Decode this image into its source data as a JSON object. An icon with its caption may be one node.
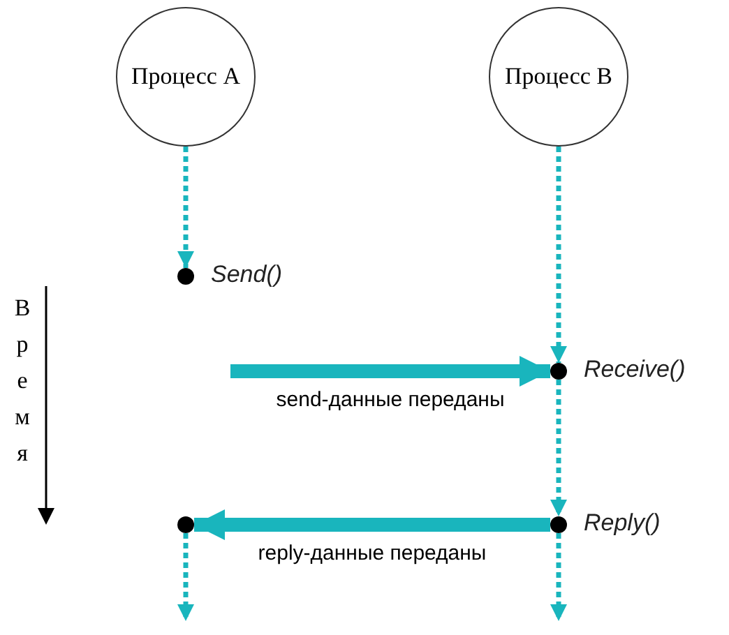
{
  "diagram": {
    "nodes": [
      {
        "text": [
          "Процесс А"
        ]
      },
      {
        "text": [
          "Процесс В"
        ]
      },
      {
        "text": [],
        "shape": "circle",
        "beside": [
          "Send()"
        ]
      },
      {
        "text": [],
        "shape": "circle",
        "beside": [
          "Receive()"
        ]
      },
      {
        "text": [],
        "shape": "circle"
      },
      {
        "text": [],
        "shape": "circle",
        "beside": [
          "Reply()"
        ]
      }
    ],
    "edges": [
      {
        "from": 0,
        "to": 2,
        "arrow": "to",
        "style": "dashed"
      },
      {
        "from": 1,
        "to": 3,
        "arrow": "to",
        "style": "dashed"
      },
      {
        "from": null,
        "to": 3,
        "arrow": "to",
        "style": "thick",
        "label": "send-данные переданы"
      },
      {
        "from": 3,
        "to": 5,
        "arrow": "to",
        "style": "dashed"
      },
      {
        "from": 5,
        "to": 4,
        "arrow": "to",
        "style": "thick",
        "label": "reply-данные переданы"
      },
      {
        "from": 4,
        "to": null,
        "arrow": "to",
        "style": "dashed"
      },
      {
        "from": 5,
        "to": null,
        "arrow": "to",
        "style": "dashed"
      }
    ],
    "labels": [
      "Время"
    ]
  }
}
